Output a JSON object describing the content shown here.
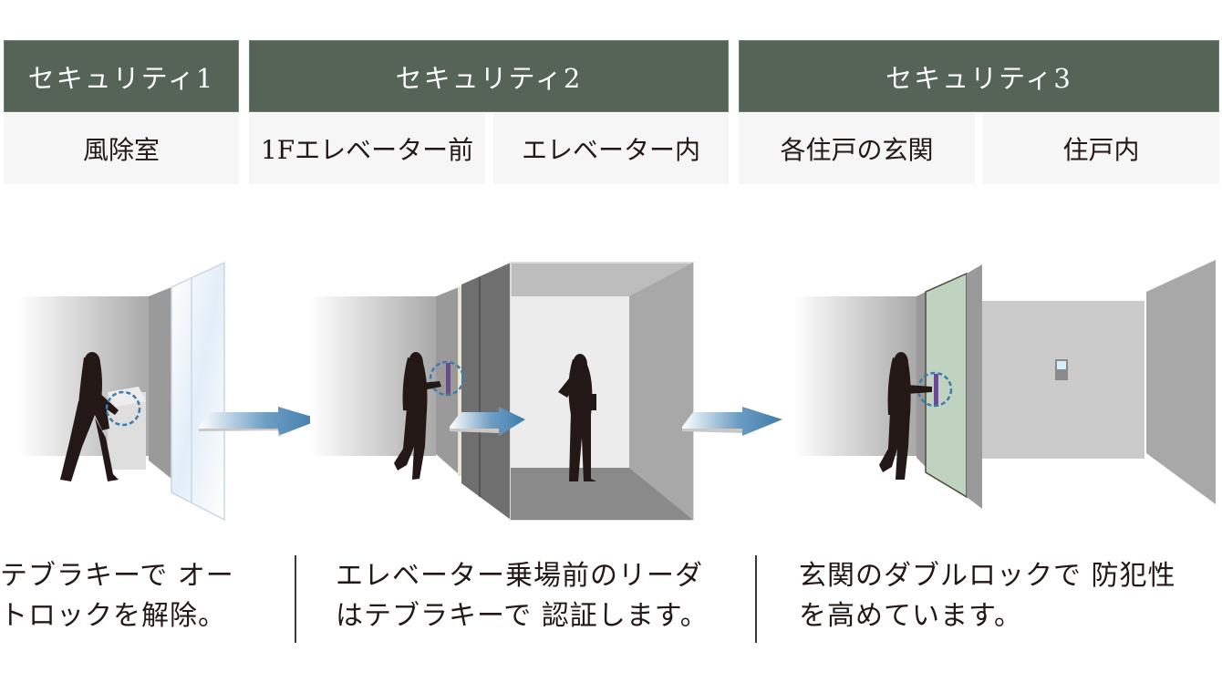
{
  "colors": {
    "header_bg": "#566457",
    "subheader_bg": "#f6f6f6",
    "arrow_blue": "#3f7bab",
    "glass": "#e8f2fb",
    "door_green": "#bfd3c0",
    "highlight_circle": "#3f7bab",
    "reader_purple": "#6b4a8f",
    "silhouette": "#231815"
  },
  "sections": [
    {
      "title": "セキュリティ1",
      "locations": [
        "風除室"
      ],
      "description_lines": [
        "テブラキーで オー",
        "トロックを解除。"
      ]
    },
    {
      "title": "セキュリティ2",
      "locations": [
        "1Fエレベーター前",
        "エレベーター内"
      ],
      "description_lines": [
        "エレベーター乗場前のリーダ",
        "はテブラキーで 認証します。"
      ]
    },
    {
      "title": "セキュリティ3",
      "locations": [
        "各住戸の玄関",
        "住戸内"
      ],
      "description_lines": [
        "玄関のダブルロックで 防犯性",
        "を高めています。"
      ]
    }
  ],
  "icons": [
    "woman-silhouette-icon",
    "arrow-right-icon",
    "key-reader-icon",
    "intercom-panel-icon",
    "dashed-highlight-circle-icon"
  ]
}
